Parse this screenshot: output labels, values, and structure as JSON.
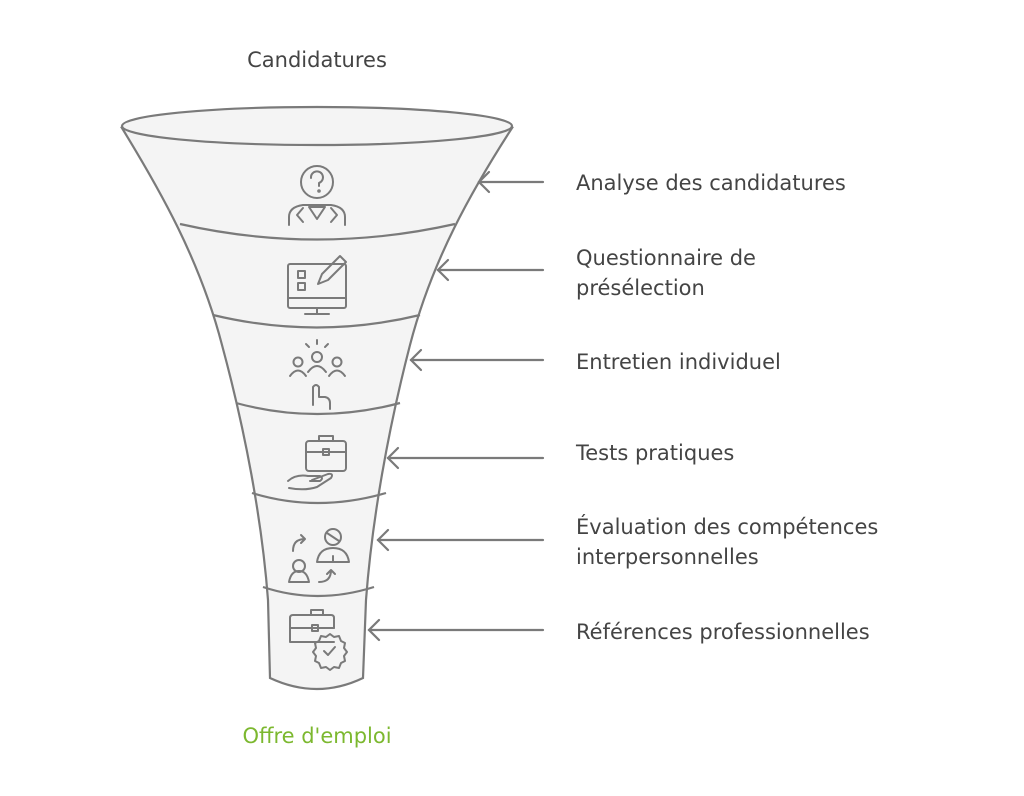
{
  "title_top": "Candidatures",
  "title_bottom": "Offre d'emploi",
  "colors": {
    "stroke": "#7a7a7a",
    "fill": "#f4f4f4",
    "text": "#444444",
    "accent": "#7cb82f"
  },
  "stages": [
    {
      "label_lines": [
        "Analyse des candidatures"
      ],
      "icon": "person-question-icon"
    },
    {
      "label_lines": [
        "Questionnaire de",
        "présélection"
      ],
      "icon": "computer-form-pencil-icon"
    },
    {
      "label_lines": [
        "Entretien individuel"
      ],
      "icon": "group-hand-pointer-icon"
    },
    {
      "label_lines": [
        "Tests pratiques"
      ],
      "icon": "hand-briefcase-icon"
    },
    {
      "label_lines": [
        "Évaluation des compétences",
        "interpersonnelles"
      ],
      "icon": "people-exchange-icon"
    },
    {
      "label_lines": [
        "Références professionnelles"
      ],
      "icon": "briefcase-badge-check-icon"
    }
  ]
}
